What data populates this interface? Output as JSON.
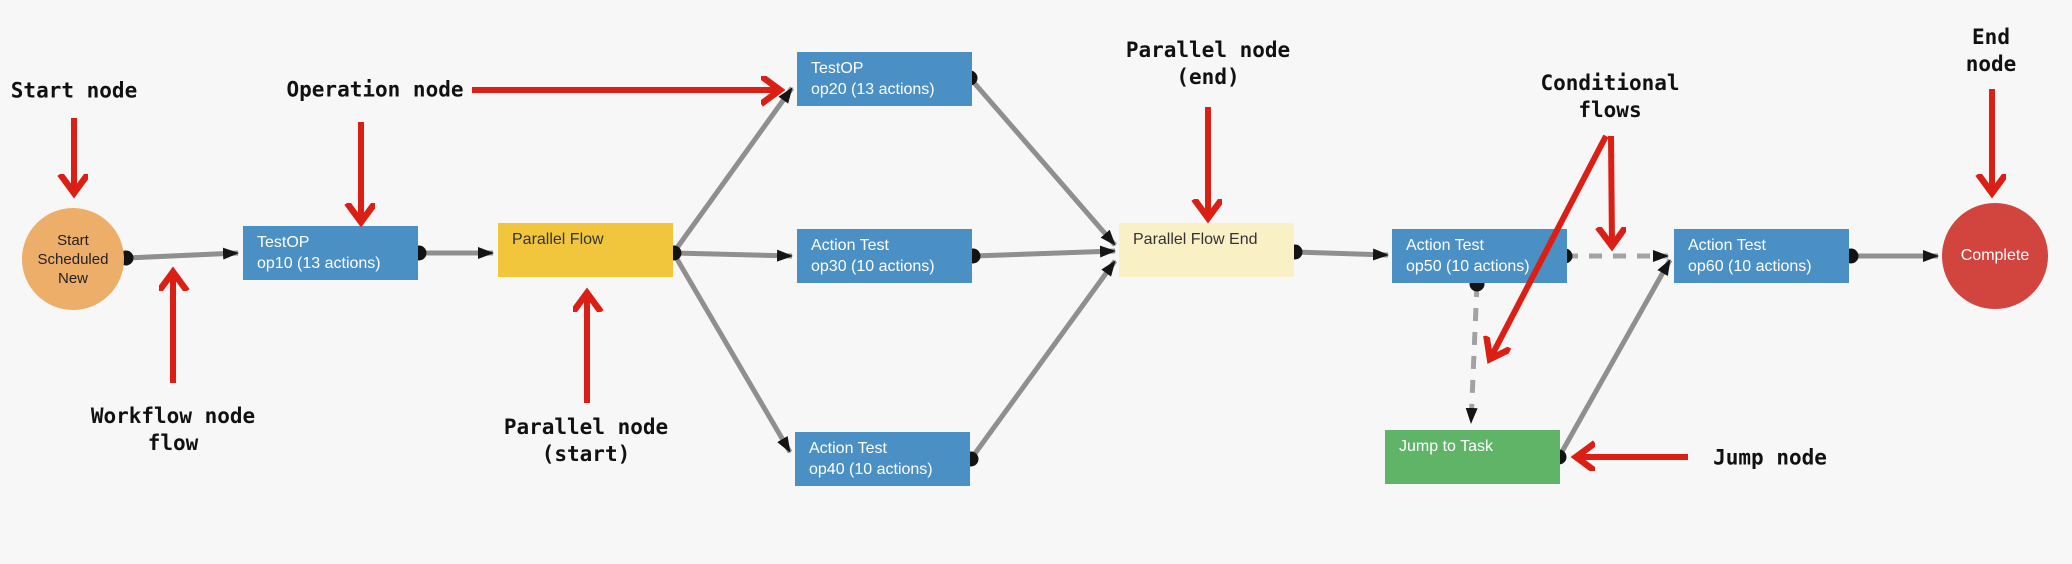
{
  "colors": {
    "background": "#f7f7f7",
    "node-blue": "#4a90c4",
    "node-yellow": "#f2c63c",
    "node-cream": "#faf0c6",
    "node-green": "#5fb468",
    "node-orange": "#ecae68",
    "node-red": "#d2453e",
    "annotation-red": "#db1f14",
    "edge-gray": "#8f8f8f",
    "edge-dash-gray": "#a2a2a2",
    "edge-black": "#151515"
  },
  "nodes": {
    "start": {
      "label": "Start\nScheduled\nNew"
    },
    "op10": {
      "title": "TestOP",
      "subtitle": "op10 (13 actions)"
    },
    "parallel_flow": {
      "title": "Parallel Flow"
    },
    "op20": {
      "title": "TestOP",
      "subtitle": "op20 (13 actions)"
    },
    "op30": {
      "title": "Action Test",
      "subtitle": "op30 (10 actions)"
    },
    "op40": {
      "title": "Action Test",
      "subtitle": "op40 (10 actions)"
    },
    "parallel_flow_end": {
      "title": "Parallel Flow End"
    },
    "op50": {
      "title": "Action Test",
      "subtitle": "op50 (10 actions)"
    },
    "op60": {
      "title": "Action Test",
      "subtitle": "op60 (10 actions)"
    },
    "jump": {
      "title": "Jump to Task"
    },
    "complete": {
      "label": "Complete"
    }
  },
  "annotations": {
    "start_node": "Start node",
    "operation_node": "Operation node",
    "workflow_flow": "Workflow node\nflow",
    "parallel_start": "Parallel node\n(start)",
    "parallel_end": "Parallel node\n(end)",
    "conditional": "Conditional\nflows",
    "jump_node": "Jump node",
    "end_node": "End node"
  }
}
